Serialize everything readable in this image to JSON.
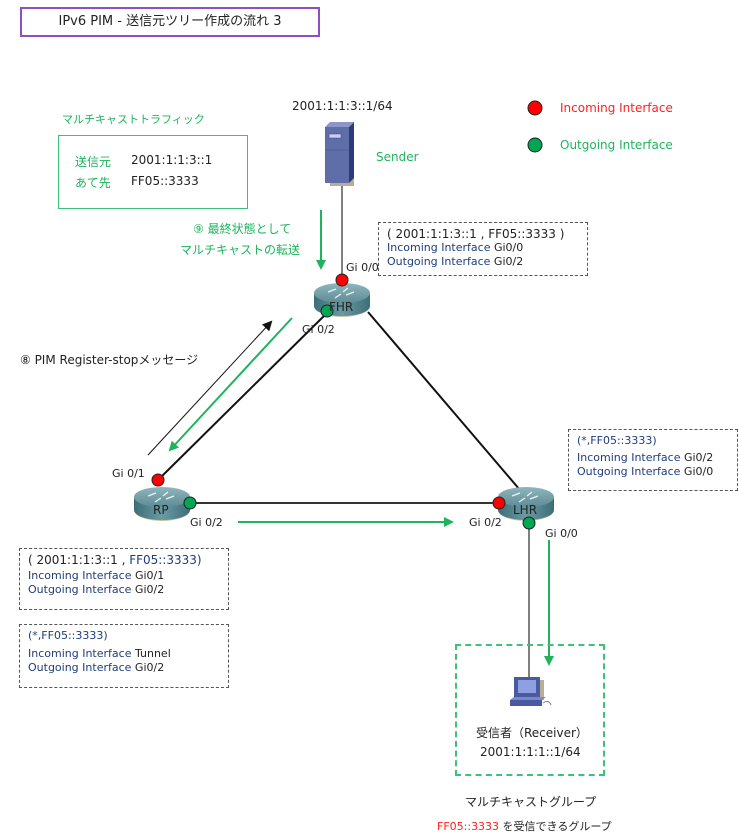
{
  "title": "IPv6 PIM - 送信元ツリー作成の流れ 3",
  "legend": {
    "incoming": {
      "label": "Incoming Interface",
      "color": "#ff0000"
    },
    "outgoing": {
      "label": "Outgoing Interface",
      "color": "#00a651"
    }
  },
  "traffic": {
    "heading": "マルチキャストトラフィック",
    "source_label": "送信元",
    "source_value": "2001:1:1:3::1",
    "dest_label": "あて先",
    "dest_value": "FF05::3333"
  },
  "sender": {
    "address": "2001:1:1:3::1/64",
    "label": "Sender"
  },
  "routers": {
    "fhr": {
      "name": "FHR",
      "if_in": "Gi 0/0",
      "if_out": "Gi 0/2"
    },
    "rp": {
      "name": "RP",
      "if_in": "Gi 0/1",
      "if_out": "Gi 0/2"
    },
    "lhr": {
      "name": "LHR",
      "if_in": "Gi 0/2",
      "if_out": "Gi 0/0"
    }
  },
  "steps": {
    "step9_line1": "⑨ 最終状態として",
    "step9_line2": "マルチキャストの転送",
    "step8": "⑧ PIM Register-stopメッセージ"
  },
  "mroute_tables": {
    "fhr_sg": {
      "entry_prefix": "( 2001:1:1:3::1 , FF05::3333 )",
      "in_label": "Incoming Interface",
      "in_value": "Gi0/0",
      "out_label": "Outgoing Interface",
      "out_value": "Gi0/2"
    },
    "lhr_starg": {
      "entry": "(*,FF05::3333)",
      "in_label": "Incoming Interface",
      "in_value": "Gi0/2",
      "out_label": "Outgoing Interface",
      "out_value": "Gi0/0"
    },
    "rp_sg": {
      "entry_source": "( 2001:1:1:3::1 , ",
      "entry_group": "FF05::3333)",
      "in_label": "Incoming Interface",
      "in_value": "Gi0/1",
      "out_label": "Outgoing Interface",
      "out_value": "Gi0/2"
    },
    "rp_starg": {
      "entry": "(*,FF05::3333)",
      "in_label": "Incoming Interface",
      "in_value": "Tunnel",
      "out_label": "Outgoing Interface",
      "out_value": "Gi0/2"
    }
  },
  "receiver": {
    "label": "受信者（Receiver）",
    "address": "2001:1:1:1::1/64",
    "group_title": "マルチキャストグループ",
    "group_addr": "FF05::3333",
    "group_suffix": " を受信できるグループ"
  }
}
